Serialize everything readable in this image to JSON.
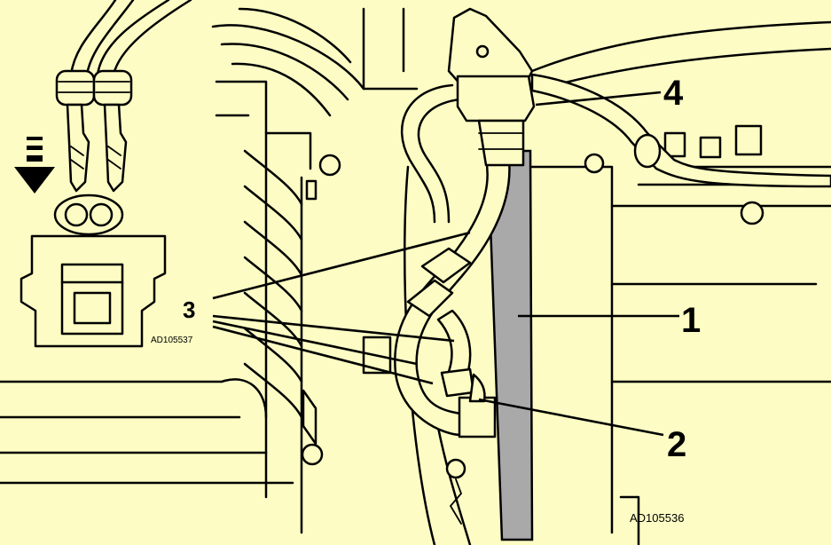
{
  "labels": {
    "l1": "1",
    "l2": "2",
    "l3": "3",
    "l4": "4"
  },
  "codes": {
    "main": "AD105536",
    "inset": "AD105537"
  },
  "colors": {
    "background": "#fcfcc4",
    "hose": "#a9a9a9",
    "line": "#000000"
  }
}
